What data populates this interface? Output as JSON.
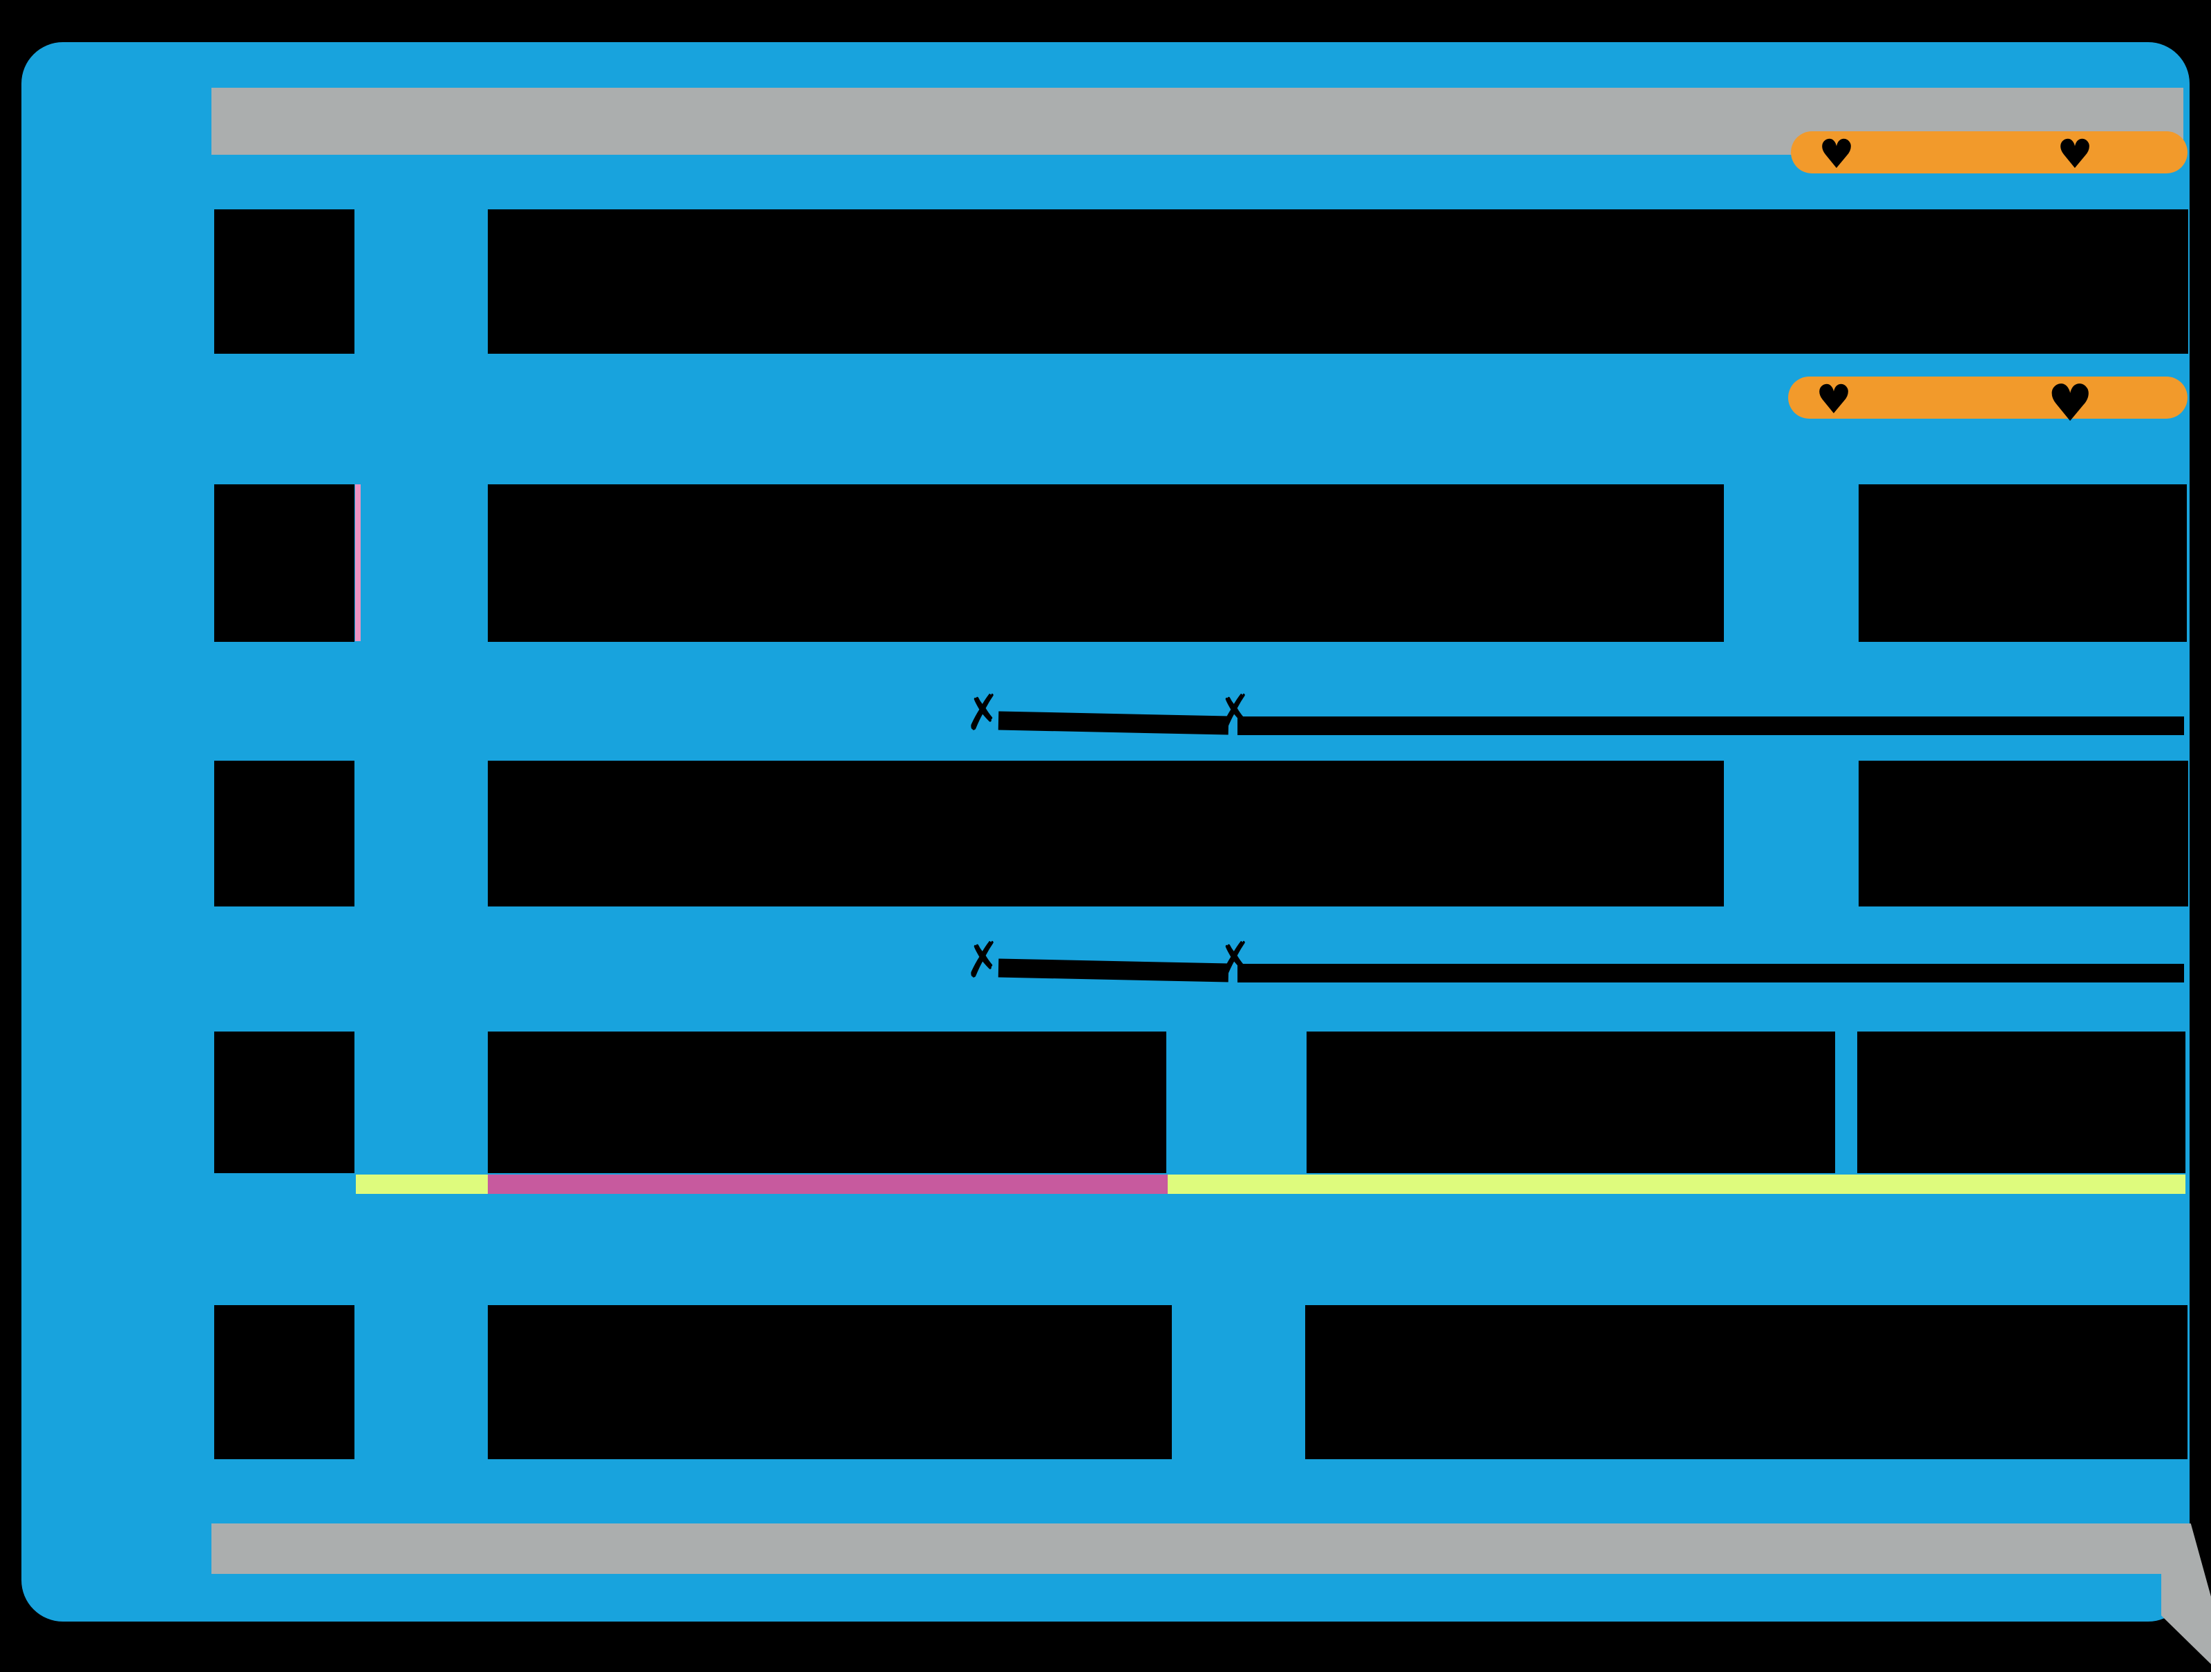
{
  "page": {
    "description": "Fully redacted blue card UI: all text blocks blacked out, gray redaction bars, heart badges, strikethrough marks and highlighter stripe",
    "background_color": "#000000",
    "card_color": "#18A3DD"
  },
  "colors": {
    "blue": "#18A3DD",
    "black": "#000000",
    "gray": "#ABAEAE",
    "orange": "#F29A2B",
    "pink": "#ED92C1",
    "yellow": "#DEFB7D",
    "magenta": "#C75A9E"
  },
  "icons": {
    "heart_glyph": "♥",
    "x_mark_glyph": "✗"
  },
  "badges": {
    "top_badge_hearts": 2,
    "mid_badge_hearts": 2
  },
  "annotations": {
    "strikethrough_lines": 2,
    "highlight_stripe_segments": [
      "yellow",
      "magenta",
      "yellow"
    ]
  },
  "redactions": {
    "rows": 5,
    "row_thumbnails": 5,
    "title_bar": true,
    "footer_bar": true
  }
}
